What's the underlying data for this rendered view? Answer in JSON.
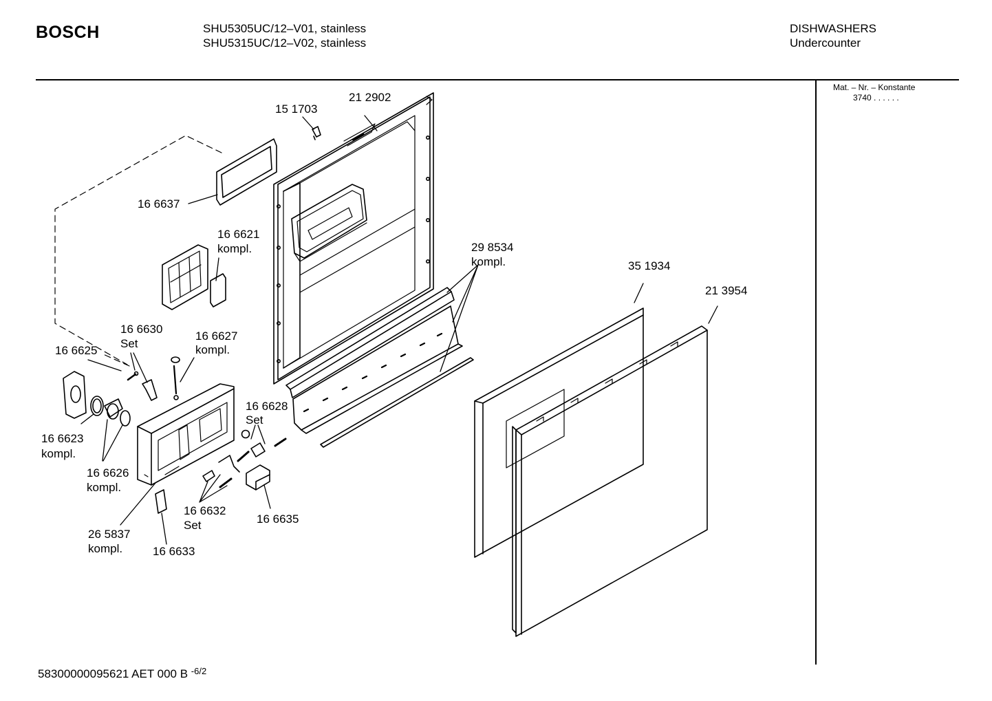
{
  "header": {
    "brand": "BOSCH",
    "models": [
      "SHU5305UC/12–V01, stainless",
      "SHU5315UC/12–V02, stainless"
    ],
    "category": [
      "DISHWASHERS",
      "Undercounter"
    ]
  },
  "mat_nr": {
    "label": "Mat. – Nr. – Konstante",
    "value": "3740 . . . . . ."
  },
  "parts": [
    {
      "id": "p-151703",
      "lines": [
        "15 1703"
      ]
    },
    {
      "id": "p-212902",
      "lines": [
        "21 2902"
      ]
    },
    {
      "id": "p-166637",
      "lines": [
        "16 6637"
      ]
    },
    {
      "id": "p-166621",
      "lines": [
        "16 6621",
        "kompl."
      ]
    },
    {
      "id": "p-298534",
      "lines": [
        "29 8534",
        "kompl."
      ]
    },
    {
      "id": "p-351934",
      "lines": [
        "35 1934"
      ]
    },
    {
      "id": "p-213954",
      "lines": [
        "21 3954"
      ]
    },
    {
      "id": "p-166630",
      "lines": [
        "16 6630",
        "Set"
      ]
    },
    {
      "id": "p-166627",
      "lines": [
        "16 6627",
        "kompl."
      ]
    },
    {
      "id": "p-166625",
      "lines": [
        "16 6625"
      ]
    },
    {
      "id": "p-166628",
      "lines": [
        "16 6628",
        "Set"
      ]
    },
    {
      "id": "p-166623",
      "lines": [
        "16 6623",
        "kompl."
      ]
    },
    {
      "id": "p-166626",
      "lines": [
        "16 6626",
        "kompl."
      ]
    },
    {
      "id": "p-166632",
      "lines": [
        "16 6632",
        "Set"
      ]
    },
    {
      "id": "p-166635",
      "lines": [
        "16 6635"
      ]
    },
    {
      "id": "p-265837",
      "lines": [
        "26 5837",
        "kompl."
      ]
    },
    {
      "id": "p-166633",
      "lines": [
        "16 6633"
      ]
    }
  ],
  "footer": {
    "code": "58300000095621 AET 000 B",
    "page": "-6/2"
  }
}
